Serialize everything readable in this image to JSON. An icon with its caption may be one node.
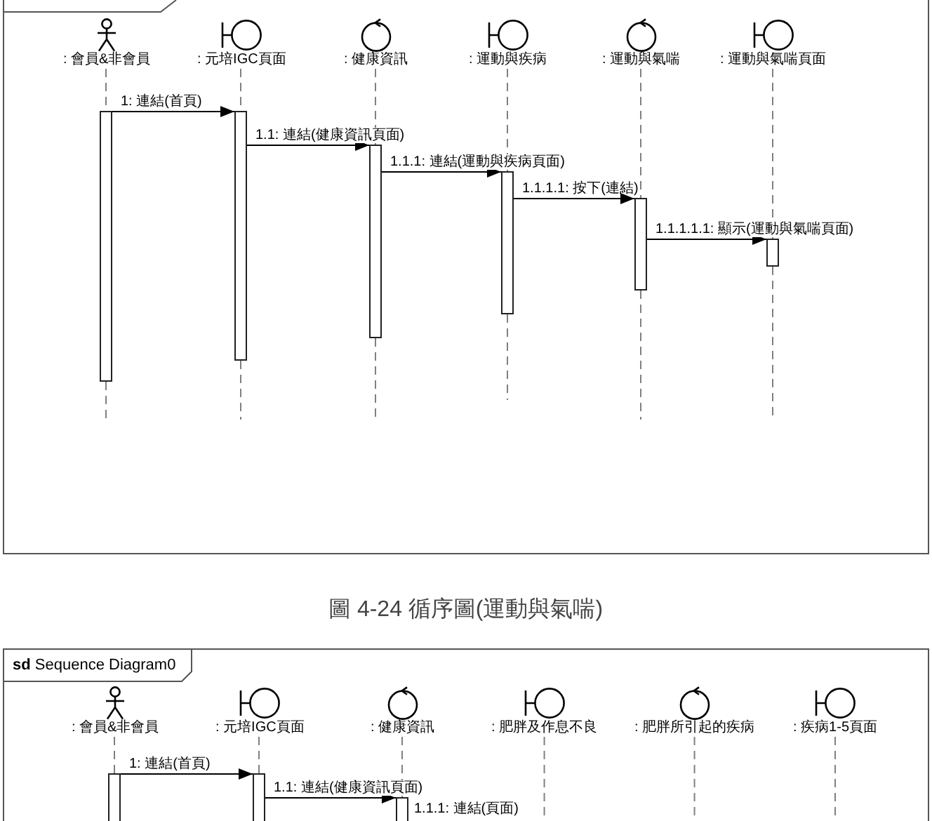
{
  "diagram": {
    "caption": "圖 4-24 循序圖(運動與氣喘)",
    "nodes": [
      {
        "text": [],
        "shape": "box"
      },
      {
        "text": [
          ": 會員&非會員"
        ],
        "in": 0
      },
      {
        "text": [
          ": 元培IGC頁面"
        ],
        "in": 0
      },
      {
        "text": [
          ": 健康資訊"
        ],
        "in": 0
      },
      {
        "text": [
          ": 運動與疾病"
        ],
        "in": 0
      },
      {
        "text": [
          ": 運動與氣喘"
        ],
        "in": 0
      },
      {
        "text": [
          ": 運動與氣喘頁面"
        ],
        "in": 0
      },
      {
        "text": [],
        "shape": "bar",
        "in": 0
      },
      {
        "text": [],
        "shape": "bar",
        "in": 0
      },
      {
        "text": [],
        "shape": "bar",
        "in": 0
      },
      {
        "text": [],
        "shape": "bar",
        "in": 0
      },
      {
        "text": [],
        "shape": "bar",
        "in": 0
      },
      {
        "text": [],
        "shape": "bar",
        "in": 0
      },
      {
        "text": [
          "**sd** Sequence Diagram0"
        ]
      },
      {
        "text": [
          ": 會員&非會員"
        ],
        "in": 13
      },
      {
        "text": [
          ": 元培IGC頁面"
        ],
        "in": 13
      },
      {
        "text": [
          ": 健康資訊"
        ],
        "in": 13
      },
      {
        "text": [
          ": 肥胖及作息不良"
        ],
        "in": 13
      },
      {
        "text": [
          ": 肥胖所引起的疾病"
        ],
        "in": 13
      },
      {
        "text": [
          ": 疾病1-5頁面"
        ],
        "in": 13
      },
      {
        "text": [],
        "shape": "bar",
        "in": 13
      },
      {
        "text": [],
        "shape": "bar",
        "in": 13
      },
      {
        "text": [],
        "shape": "bar",
        "in": 13
      }
    ],
    "edges": [
      {
        "from": 7,
        "to": 8,
        "arrow": "to",
        "label": "1: 連結(首頁)",
        "color": "#000000"
      },
      {
        "from": 8,
        "to": 9,
        "arrow": "to",
        "label": "1.1: 連結(健康資訊頁面)",
        "color": "#000000"
      },
      {
        "from": 9,
        "to": 10,
        "arrow": "to",
        "label": "1.1.1: 連結(運動與疾病頁面)",
        "color": "#000000"
      },
      {
        "from": 10,
        "to": 11,
        "arrow": "to",
        "label": "1.1.1.1: 按下(連結)",
        "color": "#000000"
      },
      {
        "from": 11,
        "to": 12,
        "arrow": "to",
        "label": "1.1.1.1.1: 顯示(運動與氣喘頁面)",
        "color": "#000000"
      },
      {
        "from": 1,
        "to": 7,
        "arrow": "none",
        "style": "dashed"
      },
      {
        "from": 2,
        "to": 8,
        "arrow": "none",
        "style": "dashed"
      },
      {
        "from": 3,
        "to": 9,
        "arrow": "none",
        "style": "dashed"
      },
      {
        "from": 4,
        "to": 10,
        "arrow": "none",
        "style": "dashed"
      },
      {
        "from": 5,
        "to": 11,
        "arrow": "none",
        "style": "dashed"
      },
      {
        "from": 6,
        "to": 12,
        "arrow": "none",
        "style": "dashed"
      },
      {
        "from": 7,
        "to": null,
        "arrow": "none",
        "style": "dashed"
      },
      {
        "from": 8,
        "to": null,
        "arrow": "none",
        "style": "dashed"
      },
      {
        "from": 9,
        "to": null,
        "arrow": "none",
        "style": "dashed"
      },
      {
        "from": 10,
        "to": null,
        "arrow": "none",
        "style": "dashed"
      },
      {
        "from": 11,
        "to": null,
        "arrow": "none",
        "style": "dashed"
      },
      {
        "from": 12,
        "to": null,
        "arrow": "none",
        "style": "dashed"
      },
      {
        "from": 20,
        "to": 21,
        "arrow": "to",
        "label": "1: 連結(首頁)",
        "color": "#000000"
      },
      {
        "from": 21,
        "to": 22,
        "arrow": "to",
        "label": "1.1: 連結(健康資訊頁面)",
        "color": "#000000"
      },
      {
        "from": 14,
        "to": 20,
        "arrow": "none",
        "style": "dashed"
      },
      {
        "from": 15,
        "to": 21,
        "arrow": "none",
        "style": "dashed"
      },
      {
        "from": 16,
        "to": 22,
        "arrow": "none",
        "style": "dashed"
      },
      {
        "from": 17,
        "to": null,
        "arrow": "none",
        "style": "dashed"
      },
      {
        "from": 18,
        "to": null,
        "arrow": "none",
        "style": "dashed"
      },
      {
        "from": 19,
        "to": null,
        "arrow": "none",
        "style": "dashed"
      }
    ],
    "labels": [
      "1.1.1: 連結(頁面)"
    ]
  }
}
